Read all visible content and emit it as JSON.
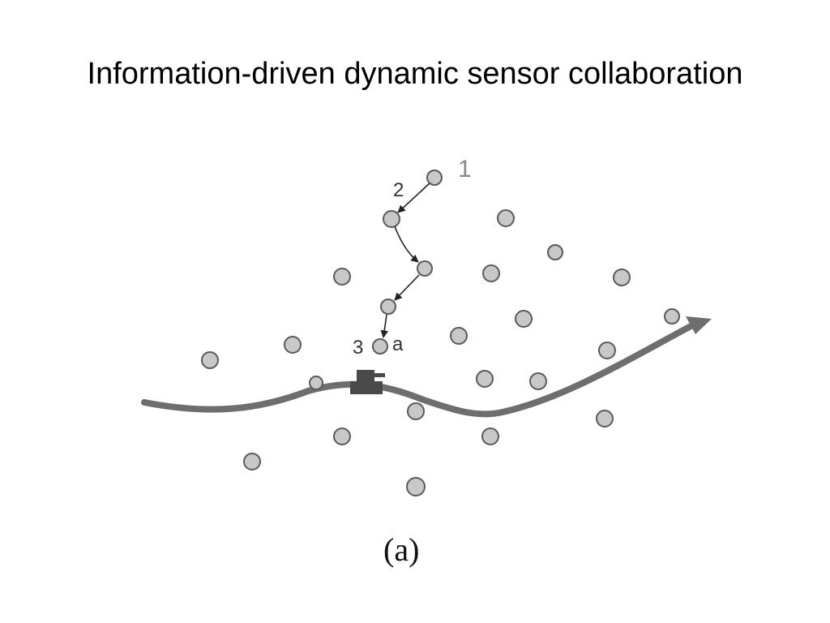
{
  "title": "Information-driven dynamic sensor collaboration",
  "diagram": {
    "step_labels": {
      "one": "1",
      "two": "2",
      "three": "3",
      "a": "a"
    },
    "caption": "(a)",
    "colors": {
      "node_fill": "#c8c8c8",
      "node_stroke": "#5a5a5a",
      "track": "#6e6e6e",
      "vehicle": "#4a4a4a",
      "arrow": "#222222"
    },
    "icons": {
      "vehicle": "tank-icon",
      "trajectory": "target-track-arrow"
    }
  }
}
